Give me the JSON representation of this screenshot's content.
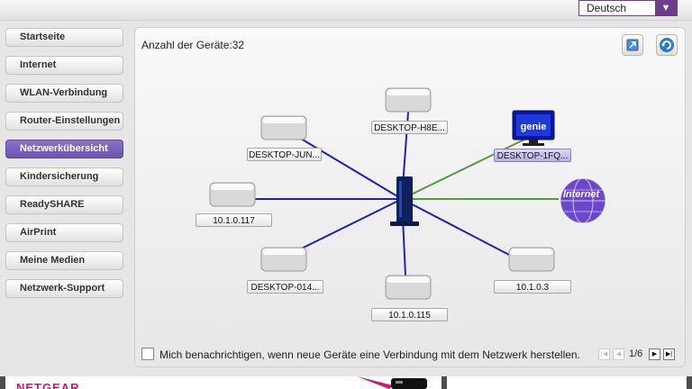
{
  "header": {
    "language": {
      "selected": "Deutsch",
      "colors": {
        "accent": "#6d3d8a"
      }
    }
  },
  "sidebar": {
    "items": [
      {
        "label": "Startseite",
        "active": false
      },
      {
        "label": "Internet",
        "active": false
      },
      {
        "label": "WLAN-Verbindung",
        "active": false
      },
      {
        "label": "Router-Einstellungen",
        "active": false
      },
      {
        "label": "Netzwerkübersicht",
        "active": true
      },
      {
        "label": "Kindersicherung",
        "active": false
      },
      {
        "label": "ReadySHARE",
        "active": false
      },
      {
        "label": "AirPrint",
        "active": false
      },
      {
        "label": "Meine Medien",
        "active": false
      },
      {
        "label": "Netzwerk-Support",
        "active": false
      }
    ]
  },
  "main": {
    "device_count": "Anzahl der Geräte:32",
    "toolbar": {
      "icons": [
        "view-toggle-icon",
        "refresh-icon"
      ]
    },
    "network_map": {
      "router_icon": "router-icon",
      "devices": [
        {
          "label": "DESKTOP-JUN...",
          "type": "computer",
          "connection": "wired"
        },
        {
          "label": "DESKTOP-H8E...",
          "type": "computer",
          "connection": "wired"
        },
        {
          "label": "DESKTOP-1FQ...",
          "type": "genie-computer",
          "connection": "wireless",
          "selected": true,
          "badge": "genie"
        },
        {
          "label": "10.1.0.117",
          "type": "computer",
          "connection": "wired"
        },
        {
          "label": "",
          "type": "internet",
          "connection": "wireless",
          "badge": "Internet"
        },
        {
          "label": "DESKTOP-014...",
          "type": "computer",
          "connection": "wired"
        },
        {
          "label": "10.1.0.115",
          "type": "computer",
          "connection": "wired"
        },
        {
          "label": "10.1.0.3",
          "type": "computer",
          "connection": "wired"
        }
      ],
      "colors": {
        "wired": "#1f22b8",
        "wireless": "#4f9d3f"
      }
    },
    "notify": {
      "label": "Mich benachrichtigen, wenn neue Geräte eine Verbindung mit dem Netzwerk herstellen.",
      "checked": false
    },
    "pagination": {
      "text": "1/6",
      "buttons": [
        "first-page-icon",
        "prev-page-icon",
        "next-page-icon",
        "last-page-icon"
      ]
    }
  },
  "footer": {
    "brand": "NETGEAR"
  }
}
